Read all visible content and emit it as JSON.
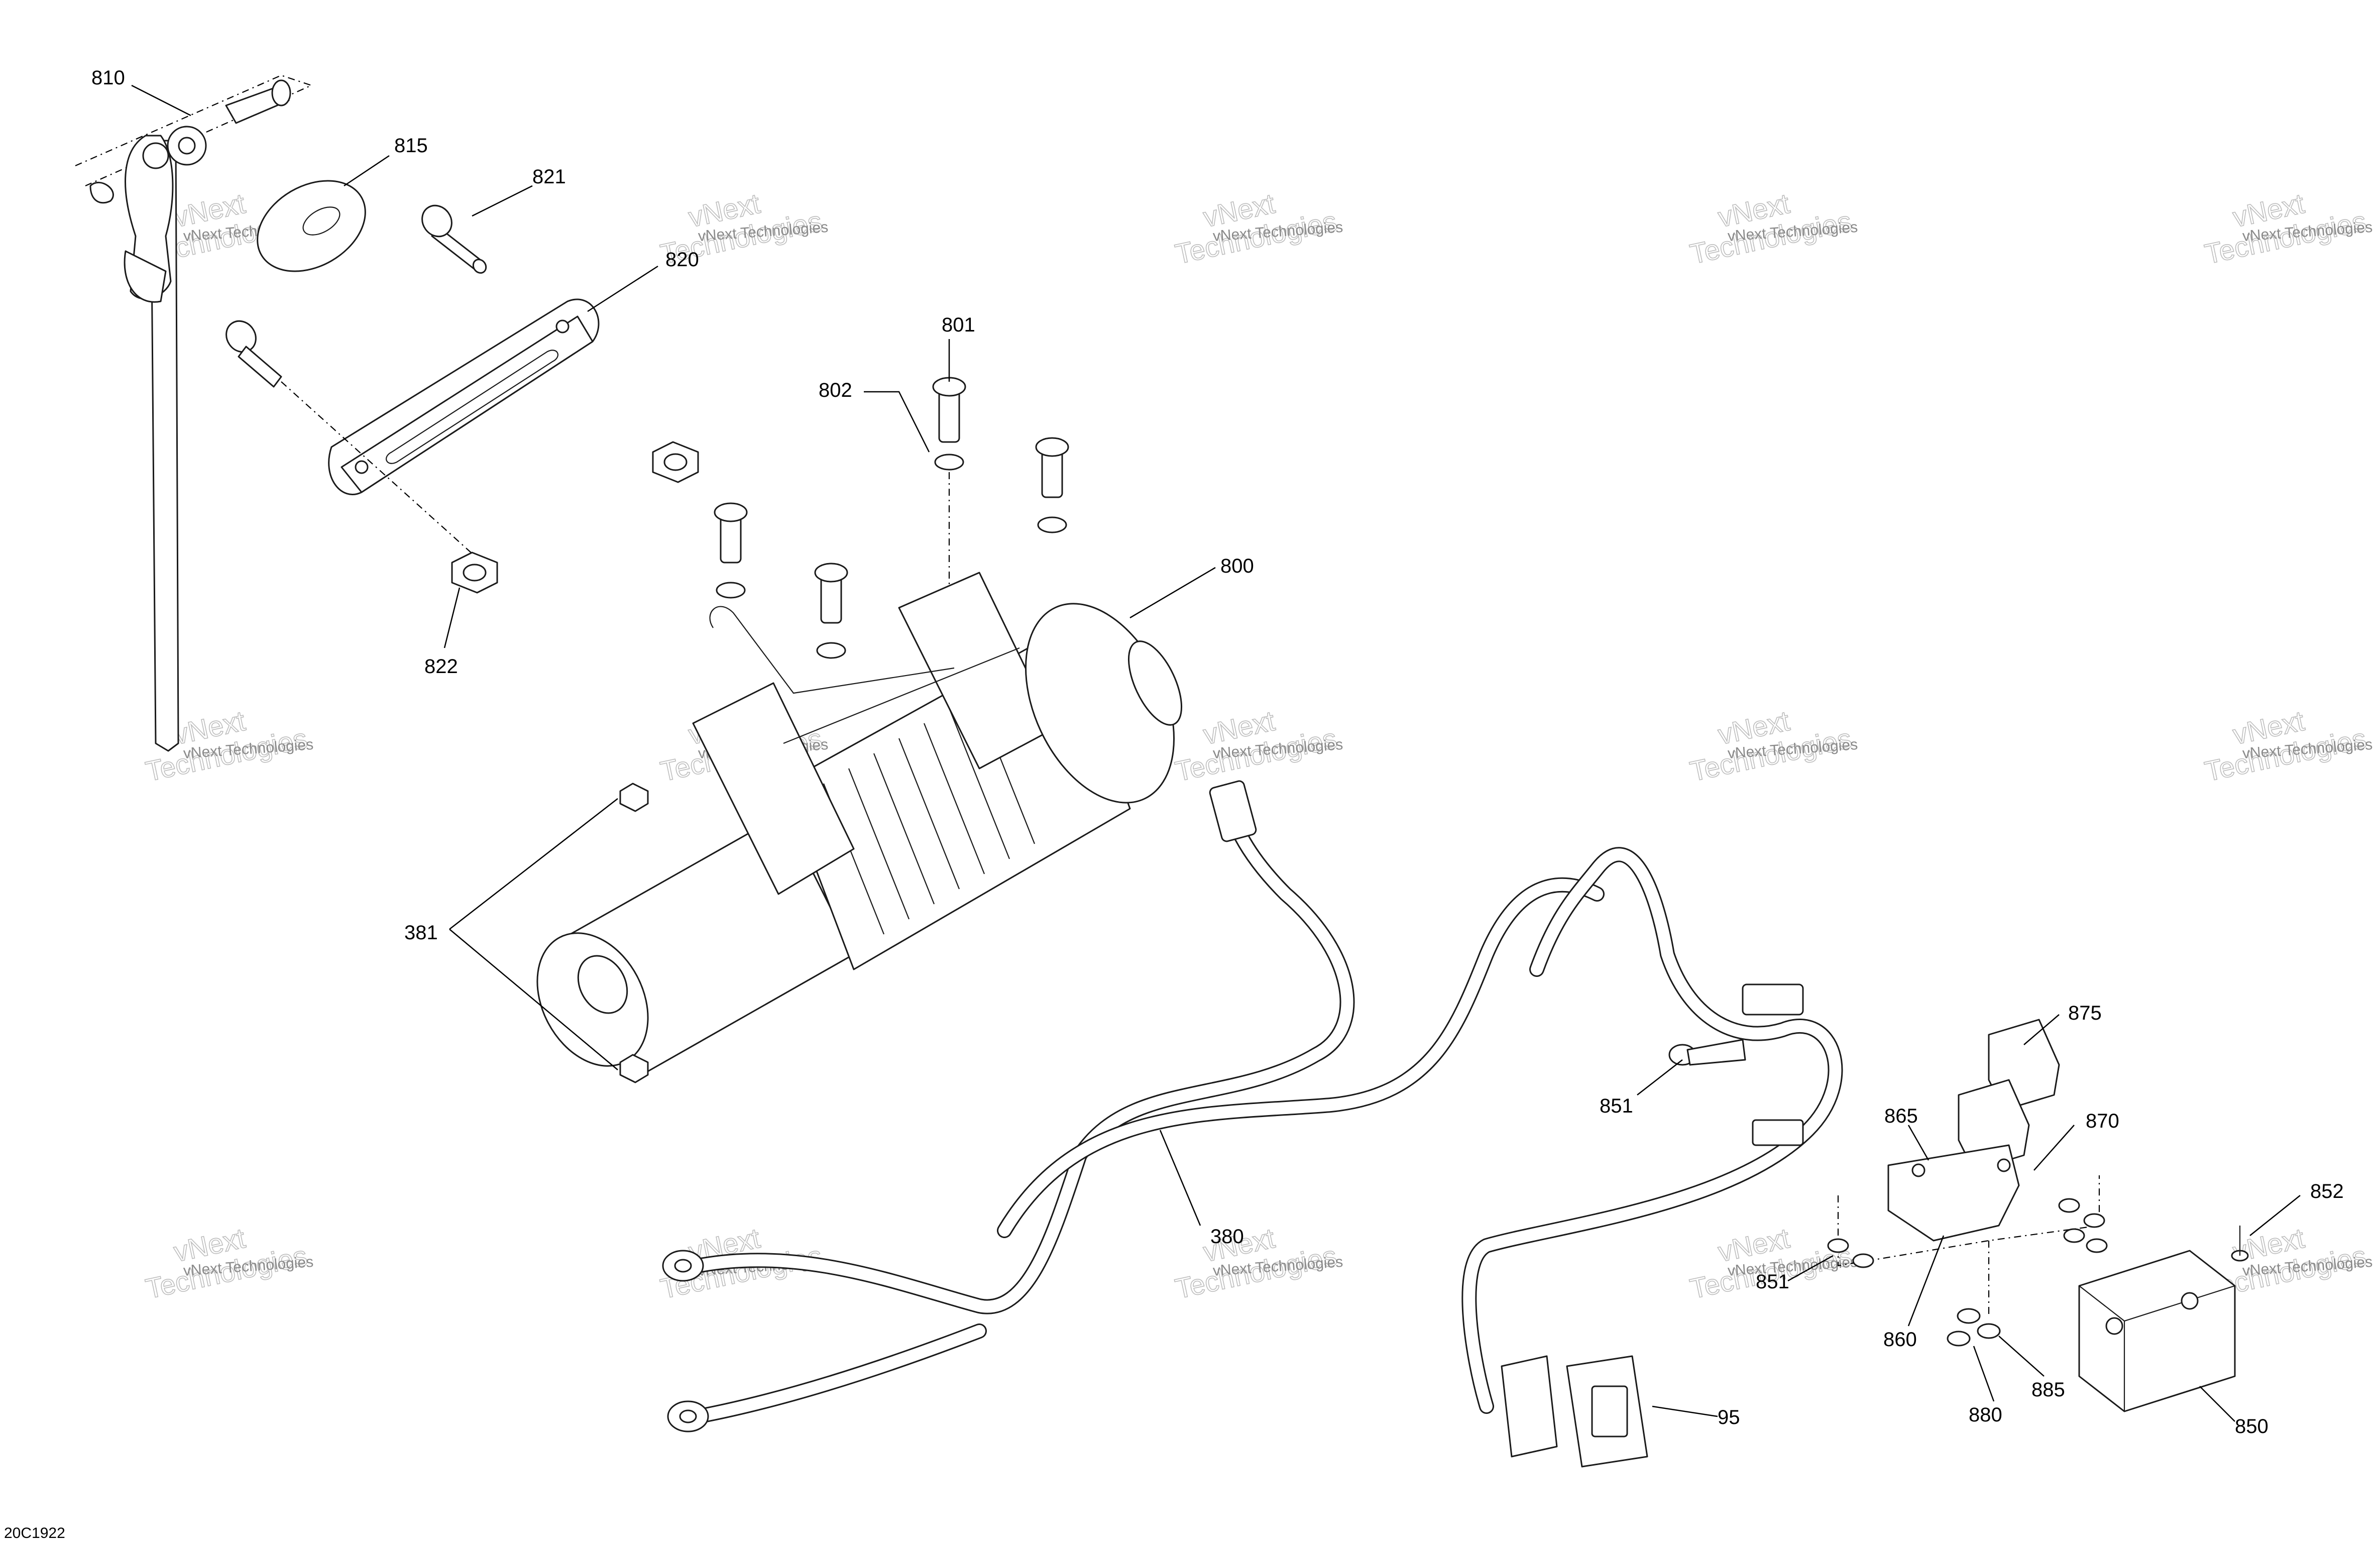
{
  "diagram_code": "20C1922",
  "watermark": {
    "text": "vNext Technologies",
    "big_text_1": "vNext",
    "big_text_2": "Technologies"
  },
  "callouts": {
    "c810": "810",
    "c815": "815",
    "c821": "821",
    "c820": "820",
    "c822": "822",
    "c801": "801",
    "c802": "802",
    "c800": "800",
    "c381": "381",
    "c380": "380",
    "c851a": "851",
    "c851b": "851",
    "c875": "875",
    "c865": "865",
    "c870": "870",
    "c852": "852",
    "c860": "860",
    "c880": "880",
    "c885": "885",
    "c850": "850",
    "c95": "95"
  }
}
